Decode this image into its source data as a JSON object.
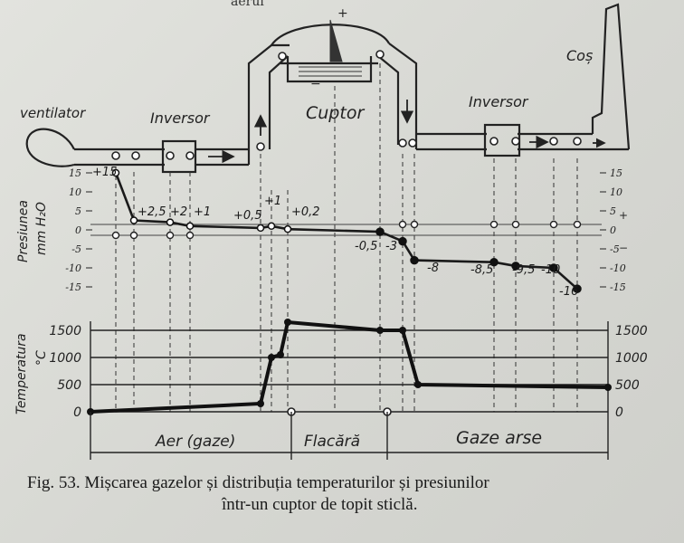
{
  "header_fragment": "aerul",
  "labels": {
    "ventilator": "ventilator",
    "inversor_left": "Inversor",
    "cuptor": "Cuptor",
    "inversor_right": "Inversor",
    "cos": "Coș",
    "plus": "+",
    "minus": "−"
  },
  "pressure_axis": {
    "title_line1": "Presiunea",
    "title_line2": "mm H₂O",
    "ticks_left": [
      "15",
      "10",
      "5",
      "0",
      "-5",
      "-10",
      "-15"
    ],
    "ticks_right": [
      "15",
      "10",
      "5",
      "0",
      "-5",
      "-10",
      "-15"
    ],
    "pos_sign": "+",
    "neg_sign": "−"
  },
  "temperature_axis": {
    "title_line1": "Temperatura",
    "title_line2": "°C",
    "ticks_left": [
      "1500",
      "1000",
      "500",
      "0"
    ],
    "ticks_right": [
      "1500",
      "1000",
      "500",
      "0"
    ]
  },
  "chart_data": [
    {
      "type": "line",
      "name": "pressure",
      "unit": "mm H2O",
      "ylim": [
        -15,
        15
      ],
      "values": [
        15,
        2.5,
        2,
        1,
        0.5,
        1,
        0.2,
        -0.5,
        -3,
        -8,
        -8.5,
        -9.5,
        -10,
        -16
      ],
      "labels": [
        "+15",
        "+2,5",
        "+2",
        "+1",
        "+0,5",
        "+1",
        "+0,2",
        "-0,5",
        "-3",
        "-8",
        "-8,5",
        "-9,5",
        "-10",
        "-16"
      ]
    },
    {
      "type": "line",
      "name": "temperature",
      "unit": "°C",
      "ylim": [
        0,
        1500
      ],
      "ticks": [
        0,
        500,
        1000,
        1500
      ],
      "values": [
        0,
        150,
        1000,
        1050,
        1650,
        1500,
        1500,
        500,
        450
      ]
    }
  ],
  "zones": {
    "aer": "Aer (gaze)",
    "flacara": "Flacără",
    "gaze_arse": "Gaze arse"
  },
  "caption": {
    "line1": "Fig. 53. Mișcarea gazelor și distribuția temperaturilor și presiunilor",
    "line2": "într-un cuptor de topit sticlă."
  }
}
